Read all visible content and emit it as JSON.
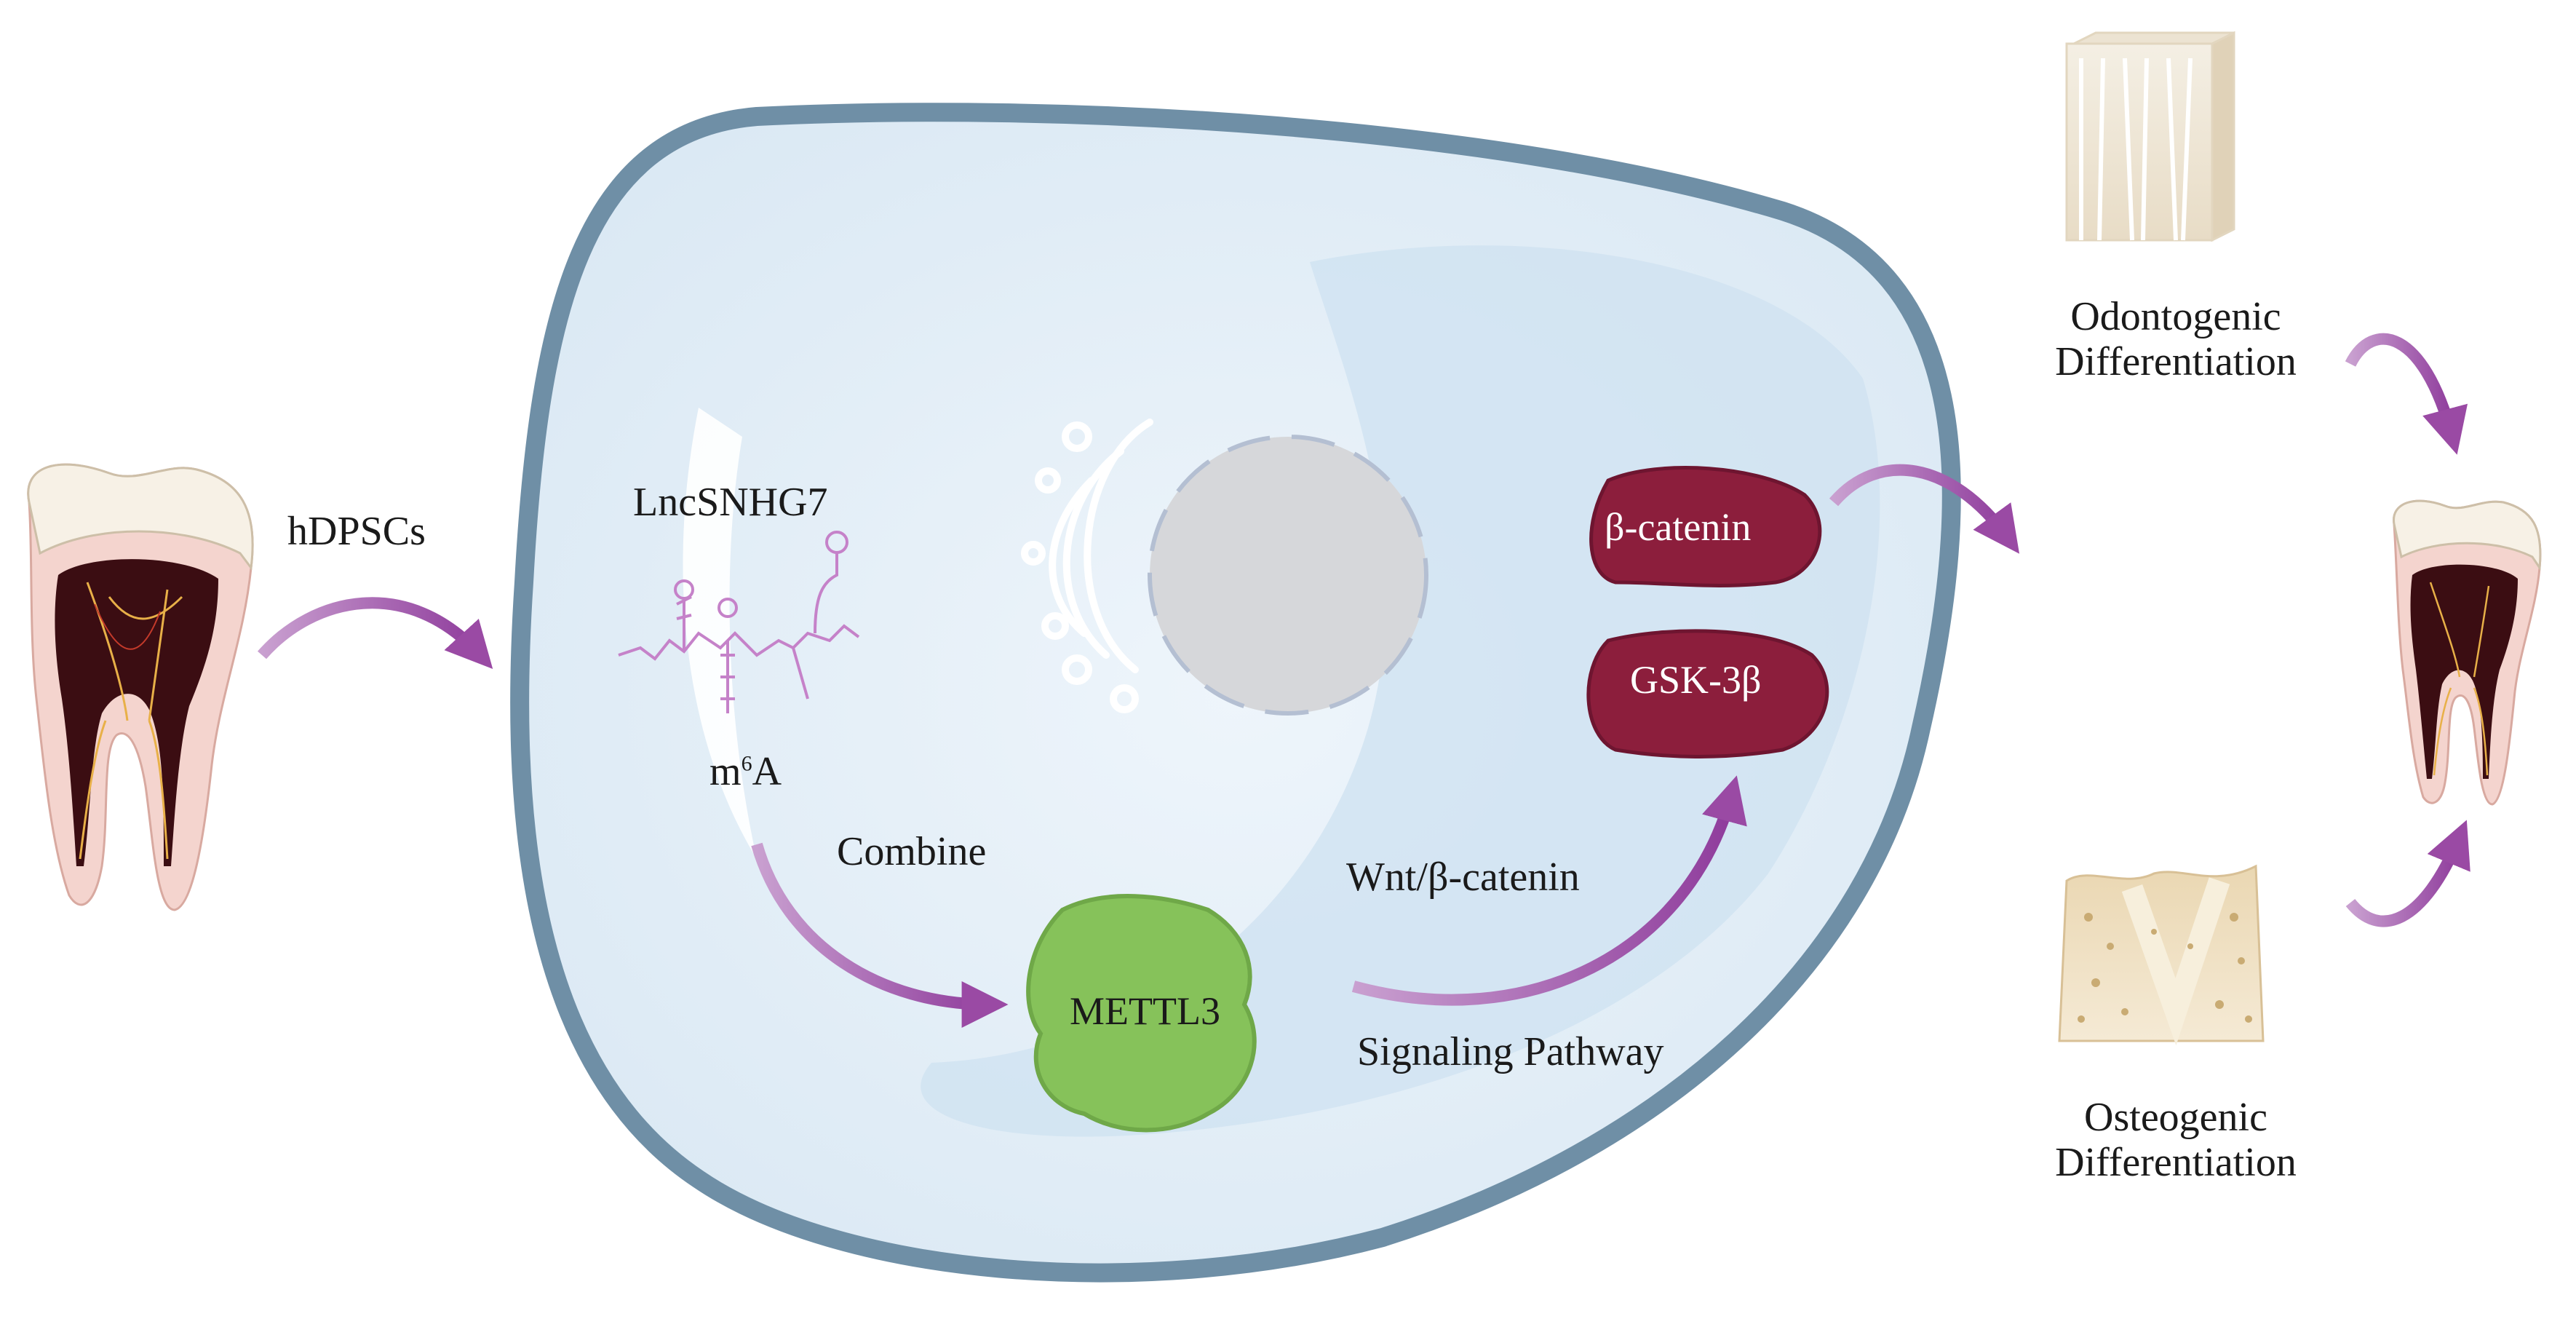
{
  "labels": {
    "hdpscs": "hDPSCs",
    "lncsnhg7": "LncSNHG7",
    "m6a_m": "m",
    "m6a_sup": "6",
    "m6a_a": "A",
    "combine": "Combine",
    "mettl3": "METTL3",
    "wnt": "Wnt/β-catenin",
    "signaling": "Signaling Pathway",
    "beta_catenin": "β-catenin",
    "gsk3b": "GSK-3β",
    "odontogenic_1": "Odontogenic",
    "odontogenic_2": "Differentiation",
    "osteogenic_1": "Osteogenic",
    "osteogenic_2": "Differentiation"
  },
  "colors": {
    "arrow": "#a05aa6",
    "cell_membrane": "#6f8fa6",
    "cytoplasm": "#e2eef7",
    "nucleus_region": "#cfe2f1",
    "nucleus": "#d5d6d9",
    "protein_dark": "#8c1e3c",
    "mettl3": "#86c25a",
    "rna": "#c582c9",
    "tooth_pulp": "#3b0d12",
    "tooth_gum": "#f2c7be"
  }
}
